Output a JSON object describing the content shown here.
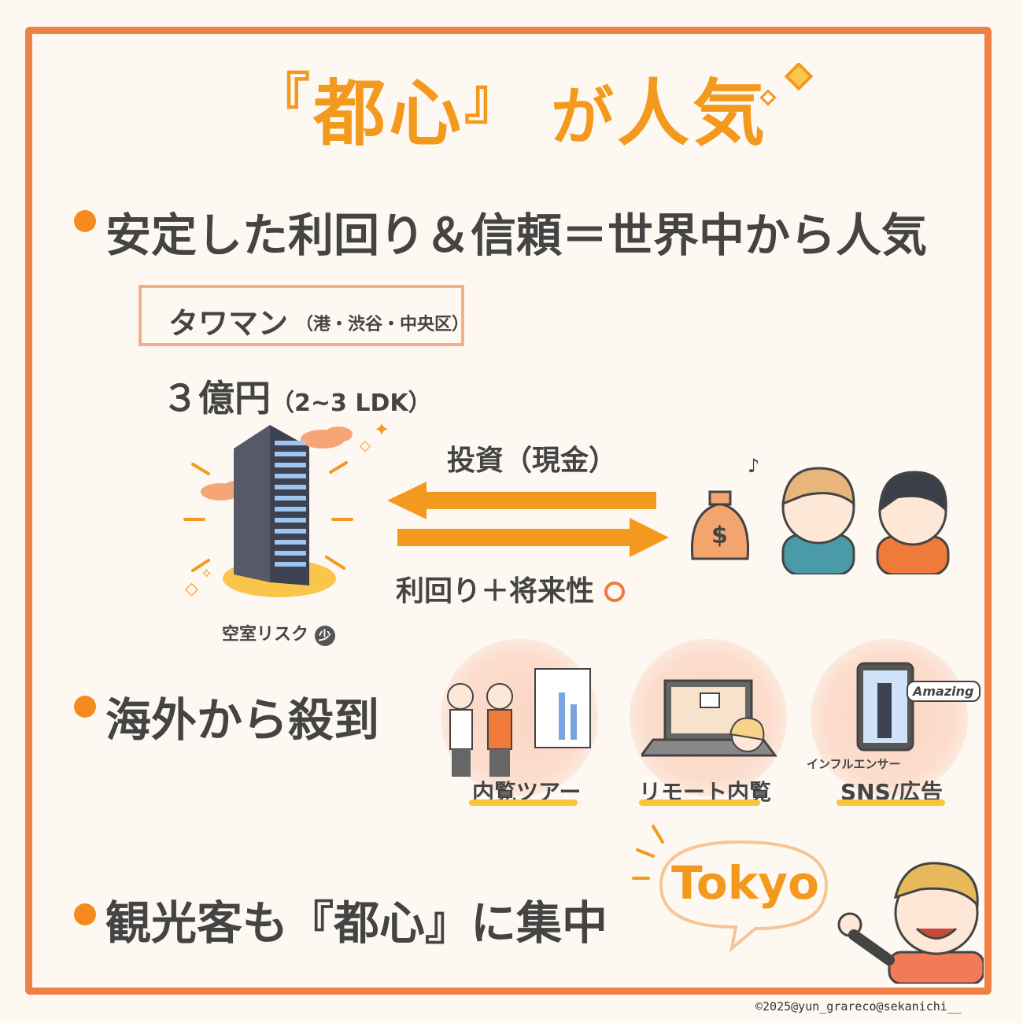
{
  "title": {
    "open_bracket": "『",
    "keyword": "都心",
    "close_bracket": "』",
    "particle": "が",
    "rest": "人気"
  },
  "section1": {
    "heading": "安定した利回り＆信頼＝世界中から人気",
    "tag_main": "タワマン",
    "tag_sub": "（港・渋谷・中央区）",
    "price_main": "３億円",
    "price_sub": "（2~3 LDK）",
    "arrow_top_label": "投資（現金）",
    "arrow_bottom_label": "利回り＋将来性",
    "vacancy_label": "空室リスク",
    "vacancy_badge": "少"
  },
  "section2": {
    "heading": "海外から殺到",
    "items": [
      {
        "label": "内覧ツアー"
      },
      {
        "label": "リモート内覧"
      },
      {
        "label": "SNS/広告",
        "sub_label": "インフルエンサー",
        "callout": "Amazing"
      }
    ]
  },
  "section3": {
    "heading_pre": "観光客も",
    "heading_keyword": "『都心』",
    "heading_post": "に集中",
    "speech": "Tokyo"
  },
  "colors": {
    "accent": "#f39a1e",
    "frame": "#ee7f45",
    "bullet": "#f58a1f",
    "text": "#444444",
    "underline": "#f7c63b"
  },
  "copyright": "©2025@yun_grareco@sekanichi__"
}
